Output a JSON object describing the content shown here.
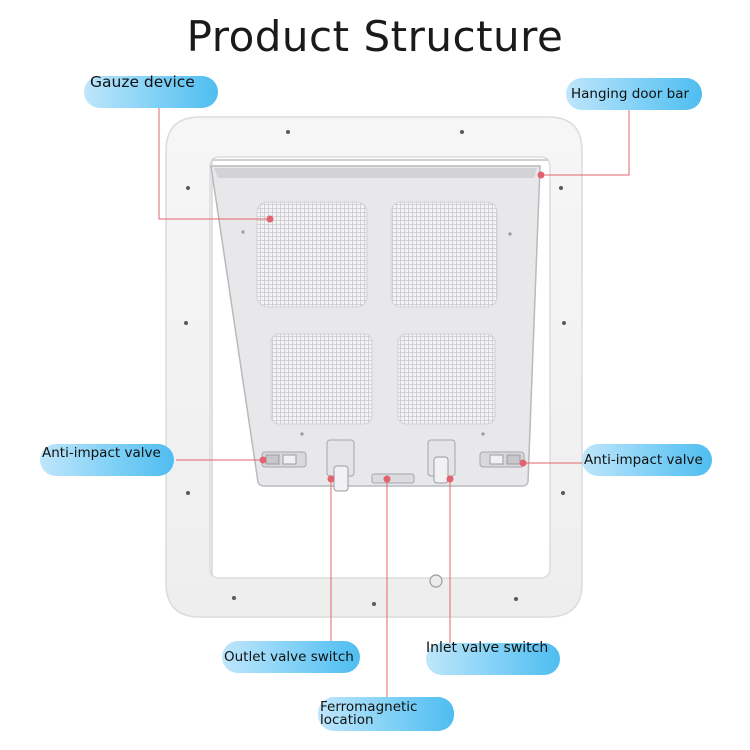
{
  "title": "Product Structure",
  "labels": {
    "gauze_device": "Gauze device",
    "hanging_door_bar": "Hanging door bar",
    "anti_impact_left": "Anti-impact valve",
    "anti_impact_right": "Anti-impact valve",
    "outlet_valve_switch": "Outlet valve switch",
    "inlet_valve_switch": "Inlet valve switch",
    "ferromagnetic_location": "Ferromagnetic\nlocation"
  },
  "colors": {
    "label_gradient_start": "#bfe6fb",
    "label_gradient_end": "#4fbdf0",
    "leader_line": "#e2636f",
    "frame": "#f3f3f3",
    "flap": "#e9e9ec"
  }
}
